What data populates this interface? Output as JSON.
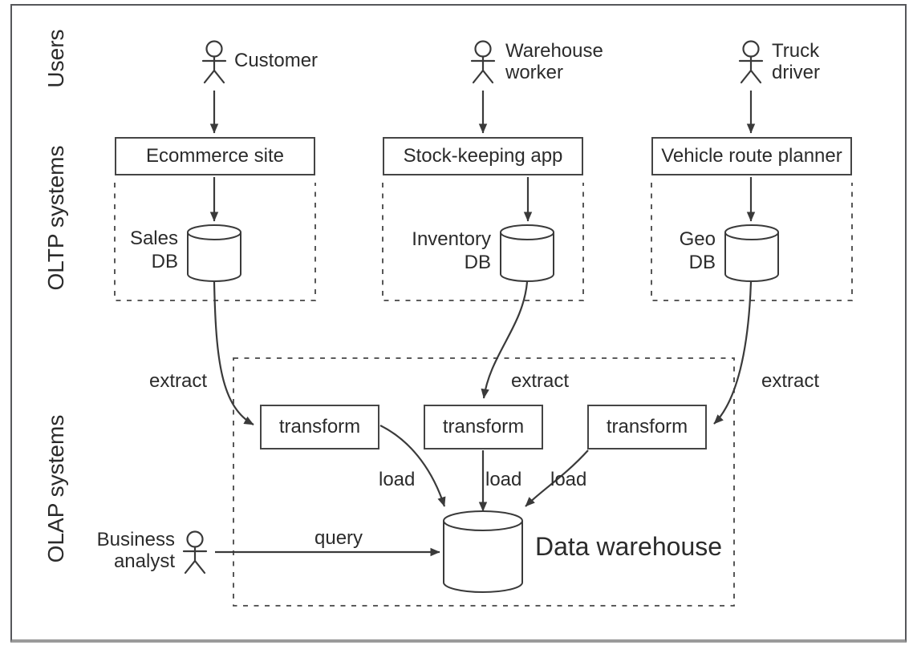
{
  "colors": {
    "stroke": "#3a3a3a",
    "text": "#2b2b2b",
    "frame_border": "#56575b",
    "frame_shadow": "#9a9a9a",
    "background": "#ffffff"
  },
  "lanes": {
    "users": "Users",
    "oltp": "OLTP systems",
    "olap": "OLAP systems"
  },
  "actors": {
    "customer": {
      "label": "Customer"
    },
    "warehouse_worker": {
      "line1": "Warehouse",
      "line2": "worker"
    },
    "truck_driver": {
      "line1": "Truck",
      "line2": "driver"
    },
    "business_analyst": {
      "line1": "Business",
      "line2": "analyst"
    }
  },
  "apps": {
    "ecommerce": "Ecommerce site",
    "stock_keeping": "Stock-keeping app",
    "vehicle_route": "Vehicle route planner"
  },
  "databases": {
    "sales": {
      "line1": "Sales",
      "line2": "DB"
    },
    "inventory": {
      "line1": "Inventory",
      "line2": "DB"
    },
    "geo": {
      "line1": "Geo",
      "line2": "DB"
    }
  },
  "etl": {
    "transform_left": "transform",
    "transform_middle": "transform",
    "transform_right": "transform",
    "extract_left": "extract",
    "extract_middle": "extract",
    "extract_right": "extract",
    "load_left": "load",
    "load_middle": "load",
    "load_right": "load",
    "query": "query"
  },
  "warehouse": {
    "label": "Data warehouse"
  }
}
